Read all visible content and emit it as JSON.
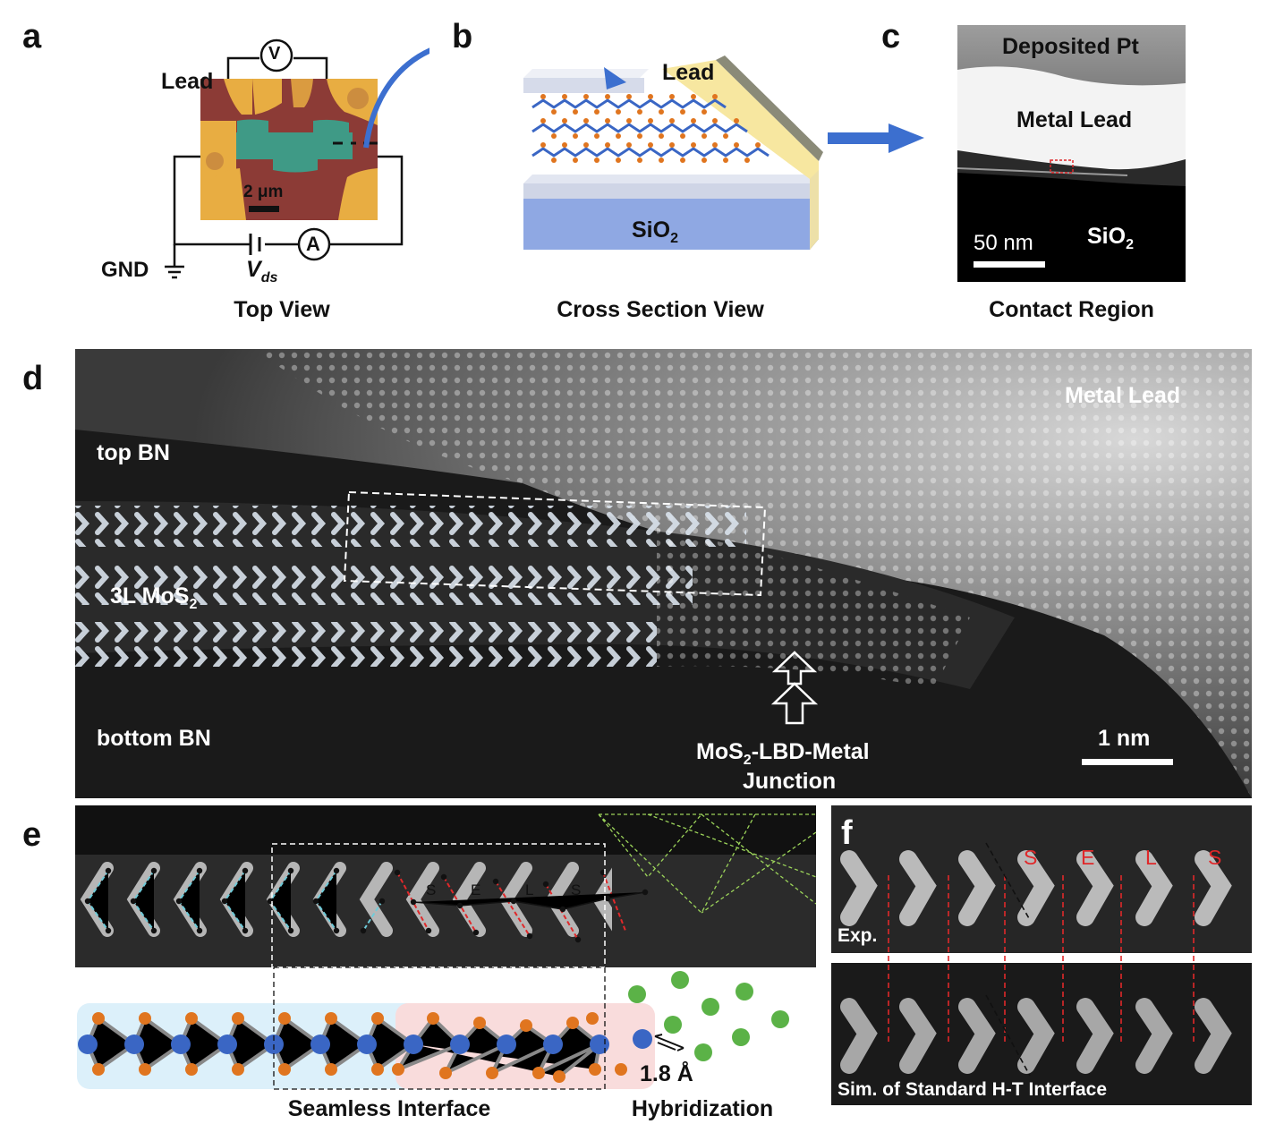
{
  "panels": {
    "a": {
      "letter": "a",
      "caption": "Top View",
      "lead": "Lead",
      "voltmeter": "V",
      "ammeter": "A",
      "scale": "2 μm",
      "gnd": "GND",
      "vds_main": "V",
      "vds_sub": "ds"
    },
    "b": {
      "letter": "b",
      "caption": "Cross Section View",
      "lead": "Lead",
      "substrate_main": "SiO",
      "substrate_sub": "2"
    },
    "c": {
      "letter": "c",
      "caption": "Contact Region",
      "deposited": "Deposited Pt",
      "metal": "Metal Lead",
      "scale": "50 nm",
      "substrate_main": "SiO",
      "substrate_sub": "2"
    },
    "d": {
      "letter": "d",
      "metal": "Metal Lead",
      "top": "top BN",
      "mos_main": "3L MoS",
      "mos_sub": "2",
      "bottom": "bottom BN",
      "junction_main": "MoS",
      "junction_sub": "2",
      "junction_rest": "-LBD-Metal",
      "junction_line2": "Junction",
      "scale": "1 nm"
    },
    "e": {
      "letter": "e",
      "sels": [
        "S",
        "E",
        "L",
        "S"
      ],
      "distance": "1.8 Å",
      "caption_interface": "Seamless Interface",
      "caption_hybrid": "Hybridization"
    },
    "f": {
      "letter": "f",
      "sels": [
        "S",
        "E",
        "L",
        "S"
      ],
      "exp": "Exp.",
      "sim": "Sim. of Standard H-T Interface"
    }
  },
  "colors": {
    "au": "#e8ad42",
    "maroon": "#8c3b36",
    "teal": "#3f9a86",
    "arrow_blue": "#3c6fcf",
    "sio2": "#8fa8e3",
    "lead_yellow": "#f7e7a0",
    "mo_blue": "#3a66c4",
    "s_orange": "#e0751f",
    "metal_green": "#5bb247",
    "red": "#e0282a"
  }
}
